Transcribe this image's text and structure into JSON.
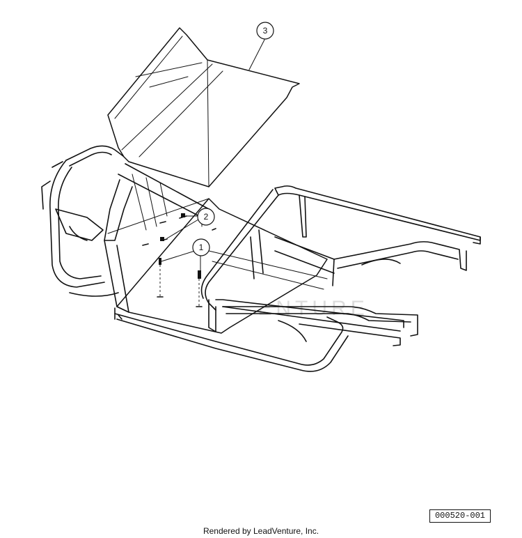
{
  "diagram": {
    "callouts": [
      {
        "id": "callout-1",
        "label": "1"
      },
      {
        "id": "callout-2",
        "label": "2"
      },
      {
        "id": "callout-3",
        "label": "3"
      }
    ],
    "watermark": "LEADVENTURE",
    "part_number": "000520-001",
    "footer": "Rendered by LeadVenture, Inc."
  }
}
